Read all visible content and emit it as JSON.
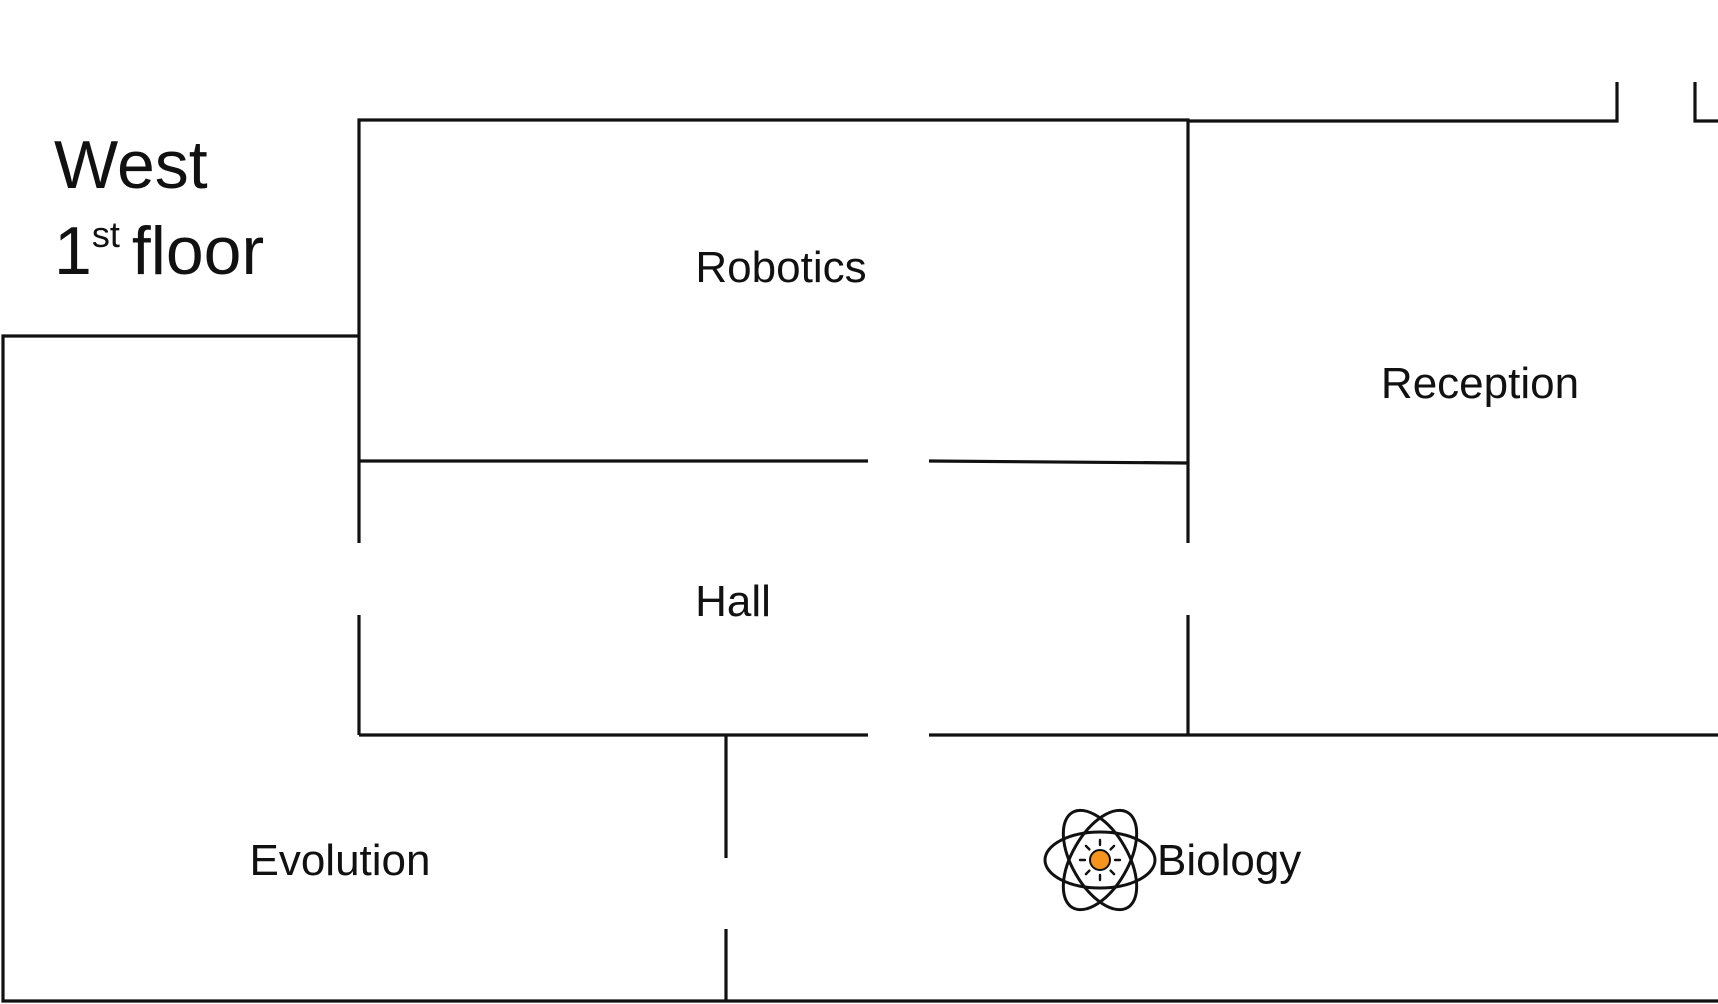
{
  "floor": {
    "wing": "West",
    "level_number": "1",
    "level_suffix": "st",
    "level_word": "floor"
  },
  "rooms": {
    "robotics": "Robotics",
    "reception": "Reception",
    "hall": "Hall",
    "evolution": "Evolution",
    "biology": "Biology"
  },
  "colors": {
    "wall": "#111111",
    "atom_nucleus": "#F7941D"
  },
  "icons": {
    "biology_marker": "atom-icon"
  }
}
